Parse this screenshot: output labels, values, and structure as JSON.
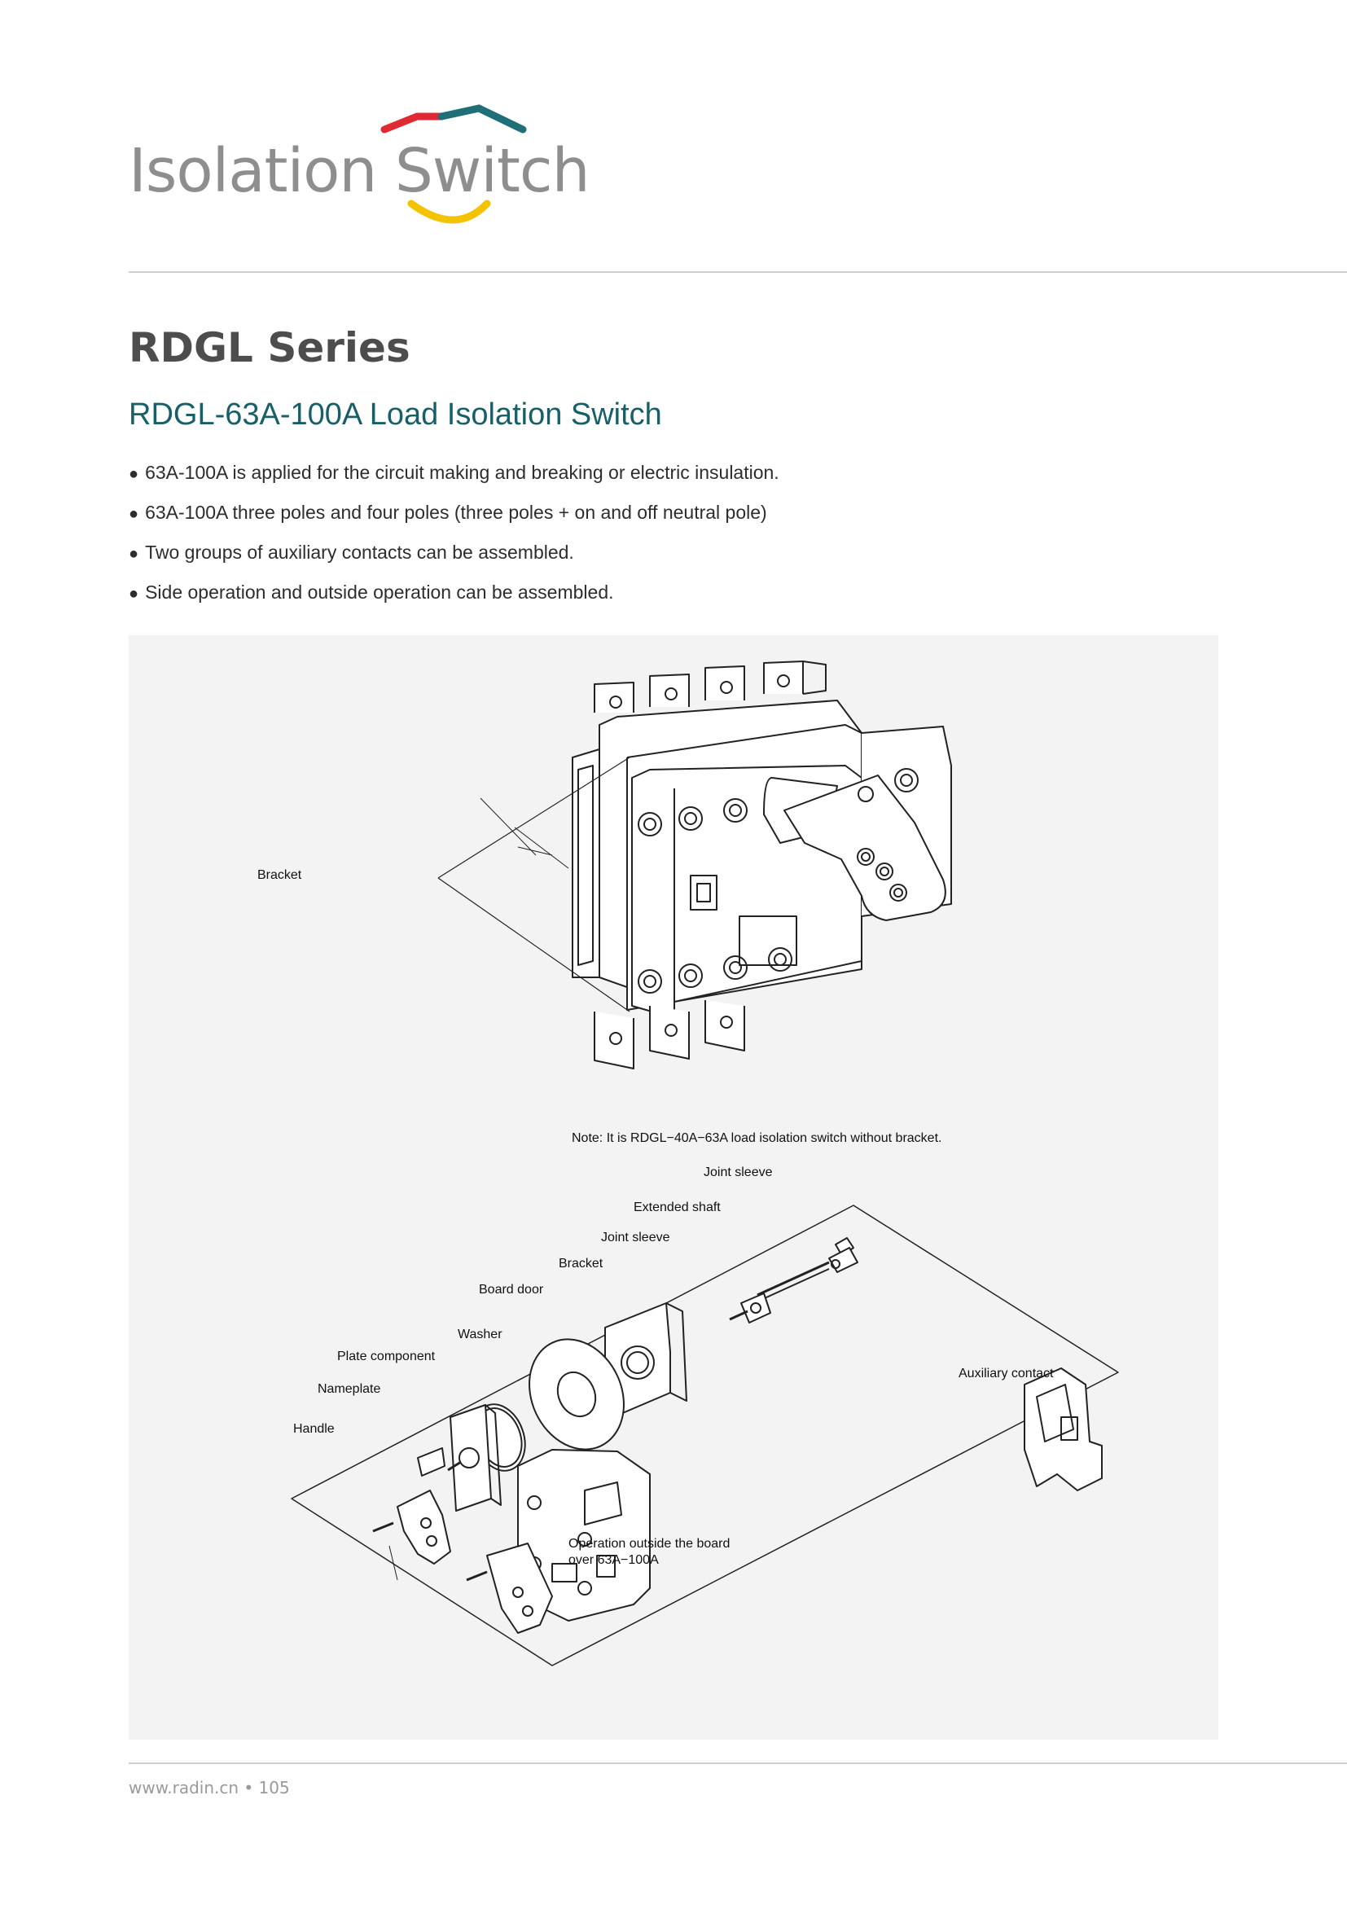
{
  "header": {
    "logo_text": "Isolation Switch",
    "logo_colors": {
      "text": "#8e8e8e",
      "arc_red": "#e02a33",
      "arc_teal": "#1f6f78",
      "arc_yellow": "#f3c300"
    }
  },
  "title": {
    "series": "RDGL Series",
    "product": "RDGL-63A-100A Load Isolation Switch"
  },
  "features": [
    "63A-100A is applied for the circuit making and breaking or electric insulation.",
    "63A-100A three poles and four poles (three poles + on and off neutral pole)",
    "Two groups of auxiliary contacts can be assembled.",
    "Side operation and outside operation can be assembled."
  ],
  "bullet_symbol": "●",
  "figure": {
    "top_label": "Bracket",
    "note": "Note: It is RDGL−40A−63A load isolation switch without bracket.",
    "labels": {
      "joint_sleeve_top": "Joint sleeve",
      "extended_shaft": "Extended shaft",
      "joint_sleeve": "Joint sleeve",
      "bracket": "Bracket",
      "board_door": "Board door",
      "washer": "Washer",
      "plate_component": "Plate component",
      "nameplate": "Nameplate",
      "handle": "Handle",
      "auxiliary_contact": "Auxiliary contact",
      "operation_line1": "Operation outside the board",
      "operation_line2": "over 63A−100A"
    }
  },
  "footer": {
    "text": "www.radin.cn • 105"
  },
  "colors": {
    "title_teal": "#17606a",
    "panel_bg": "#f3f3f3"
  }
}
